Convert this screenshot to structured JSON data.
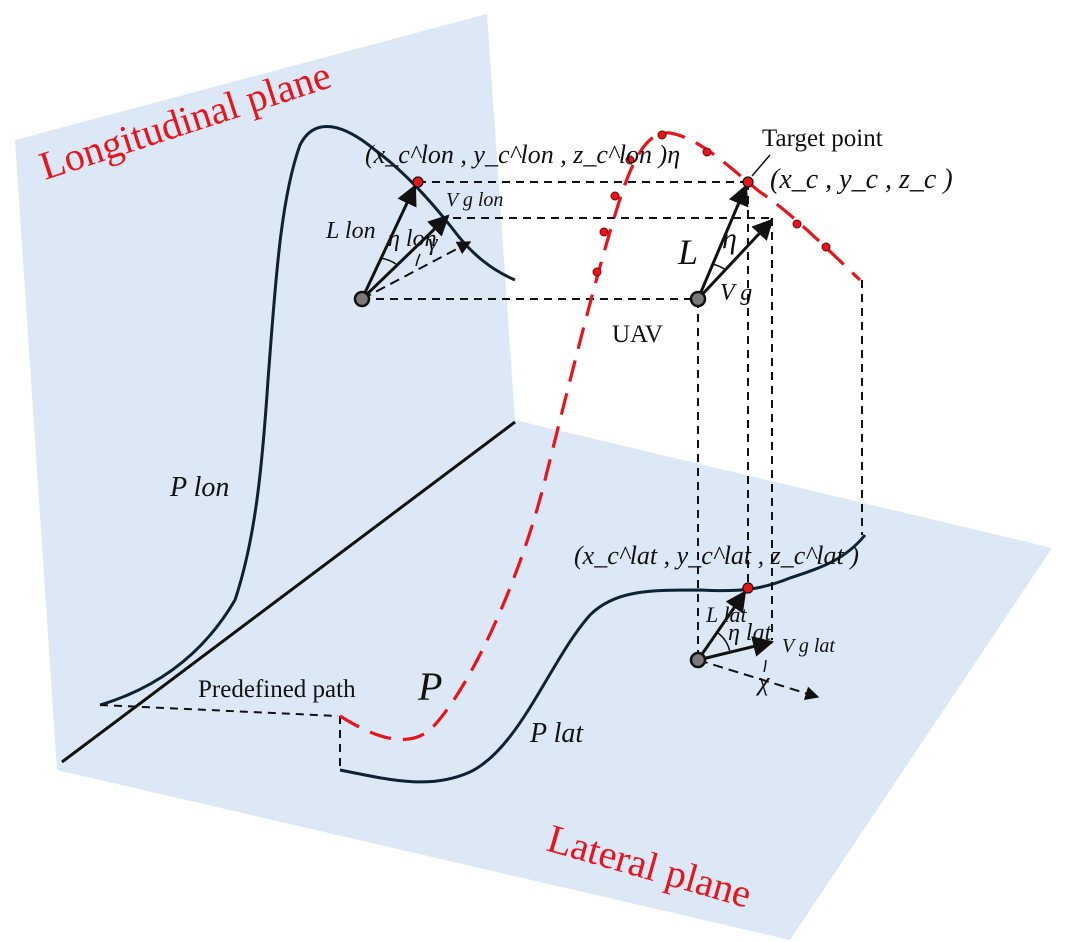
{
  "planes": {
    "longitudinal_label": "Longitudinal plane",
    "lateral_label": "Lateral plane",
    "plane_fill": "#dce8f5"
  },
  "labels": {
    "target_point": "Target point",
    "target_coords": "(x_c , y_c , z_c )",
    "lon_point": "(x_c^lon , y_c^lon , z_c^lon )η",
    "lat_point": "(x_c^lat , y_c^lat , z_c^lat )",
    "uav": "UAV",
    "predefined_path": "Predefined path",
    "path_symbol": "P",
    "p_lon": "P lon",
    "p_lat": "P lat",
    "L": "L",
    "L_lon": "L lon",
    "L_lat": "L lat",
    "eta": "η",
    "eta_lon": "η lon",
    "eta_lat": "η lat",
    "Vg": "V g",
    "Vg_lon": "V g lon",
    "Vg_lat": "V g lat",
    "gamma": "γ",
    "chi": "χ"
  },
  "colors": {
    "path_red": "#e8141c",
    "curve_dark": "#0f2233",
    "uav_gray": "#7a7a7a"
  }
}
